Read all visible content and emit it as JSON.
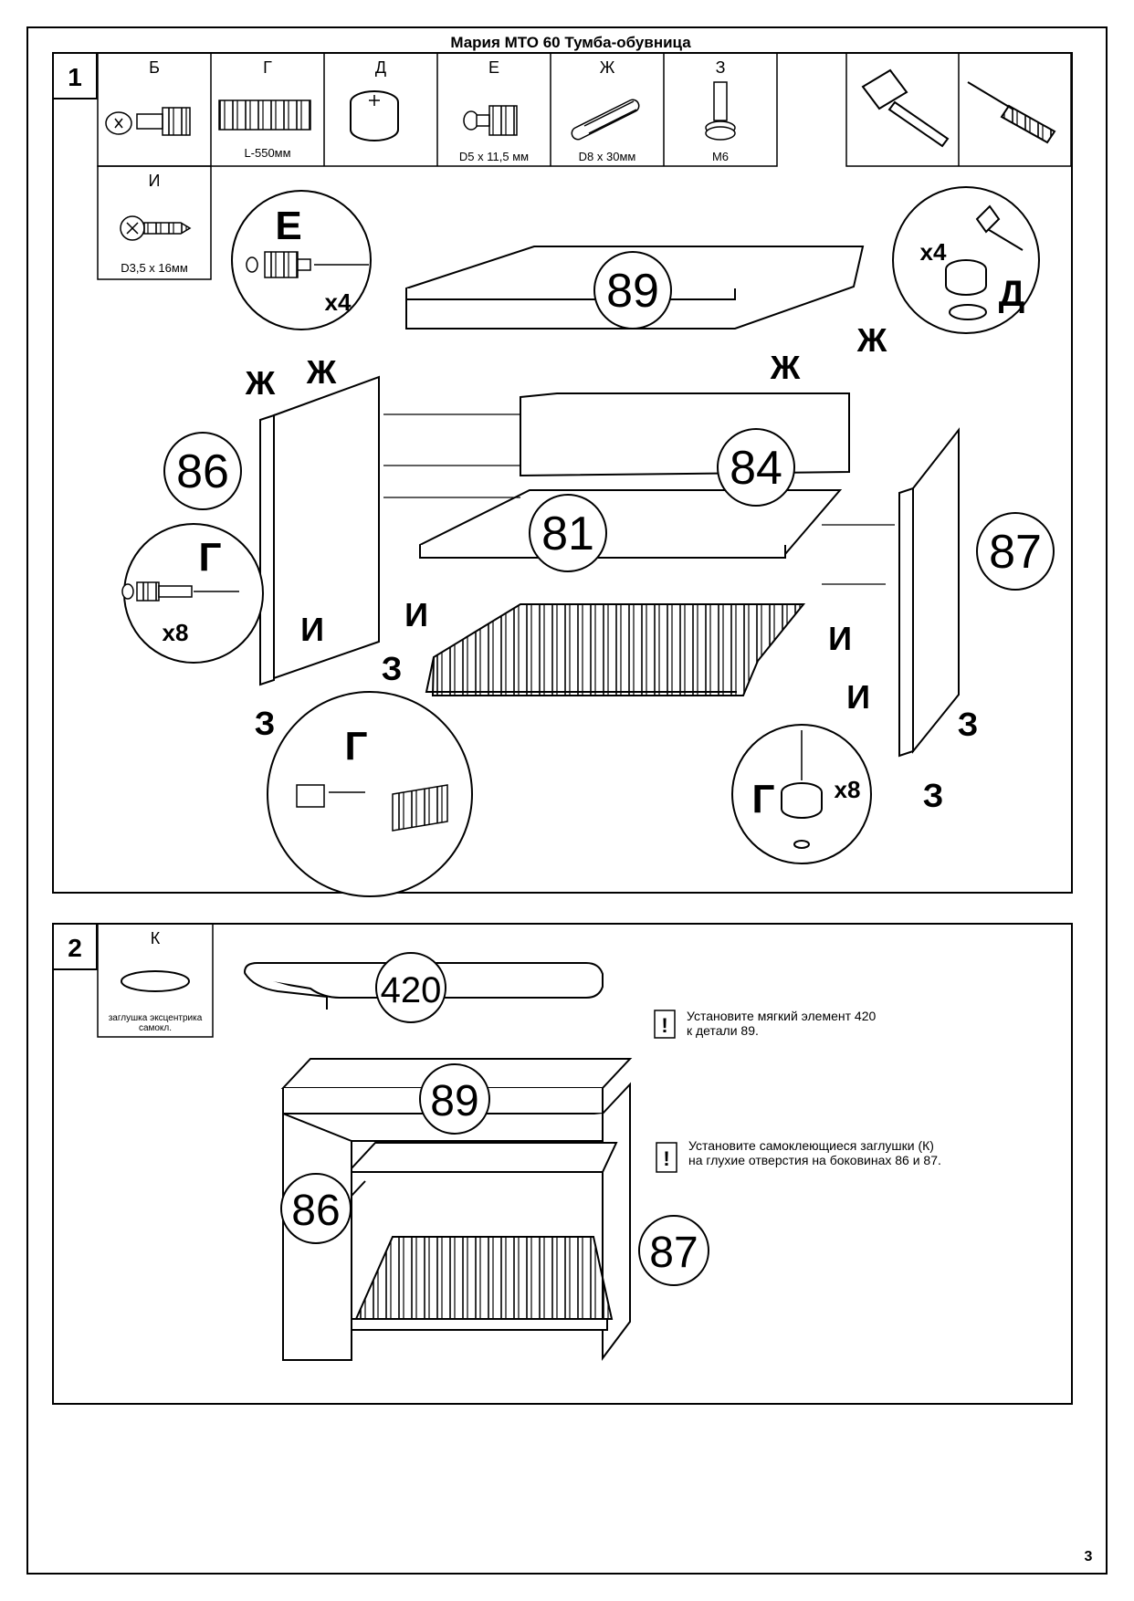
{
  "title": "Мария  МТО 60 Тумба-обувница",
  "page_number": "3",
  "step1": {
    "number": "1",
    "parts": [
      {
        "letter": "Б",
        "caption": ""
      },
      {
        "letter": "Г",
        "caption": "L-550мм"
      },
      {
        "letter": "Д",
        "caption": ""
      },
      {
        "letter": "Е",
        "caption": "D5 х 11,5 мм"
      },
      {
        "letter": "Ж",
        "caption": "D8 х 30мм"
      },
      {
        "letter": "З",
        "caption": "M6"
      }
    ],
    "part_i": {
      "letter": "И",
      "caption": "D3,5 х 16мм"
    },
    "tools": [
      "hammer-icon",
      "screwdriver-icon"
    ],
    "callouts": {
      "e_letter": "Е",
      "e_qty": "х4",
      "g_letter": "Г",
      "g_qty": "х8",
      "d_letter": "Д",
      "d_qty": "х4",
      "g2_letter": "Г",
      "g3_letter": "Г",
      "g3_qty": "х8"
    },
    "panels": {
      "p89": "89",
      "p86": "86",
      "p84": "84",
      "p81": "81",
      "p87": "87"
    },
    "hw": {
      "zh1": "Ж",
      "zh2": "Ж",
      "zh3": "Ж",
      "zh4": "Ж",
      "i1": "И",
      "i2": "И",
      "i3": "И",
      "i4": "И",
      "z1": "З",
      "z2": "З",
      "z3": "З",
      "z4": "З"
    }
  },
  "step2": {
    "number": "2",
    "part_k": {
      "letter": "К",
      "caption_line1": "заглушка эксцентрика",
      "caption_line2": "самокл."
    },
    "panels": {
      "p420": "420",
      "p89": "89",
      "p86": "86",
      "p87": "87"
    },
    "note1": {
      "mark": "!",
      "line1": "Установите мягкий элемент 420",
      "line2": "к детали 89."
    },
    "note2": {
      "mark": "!",
      "line1": "Установите самоклеющиеся заглушки (К)",
      "line2": "на глухие отверстия на боковинах 86 и 87."
    }
  }
}
